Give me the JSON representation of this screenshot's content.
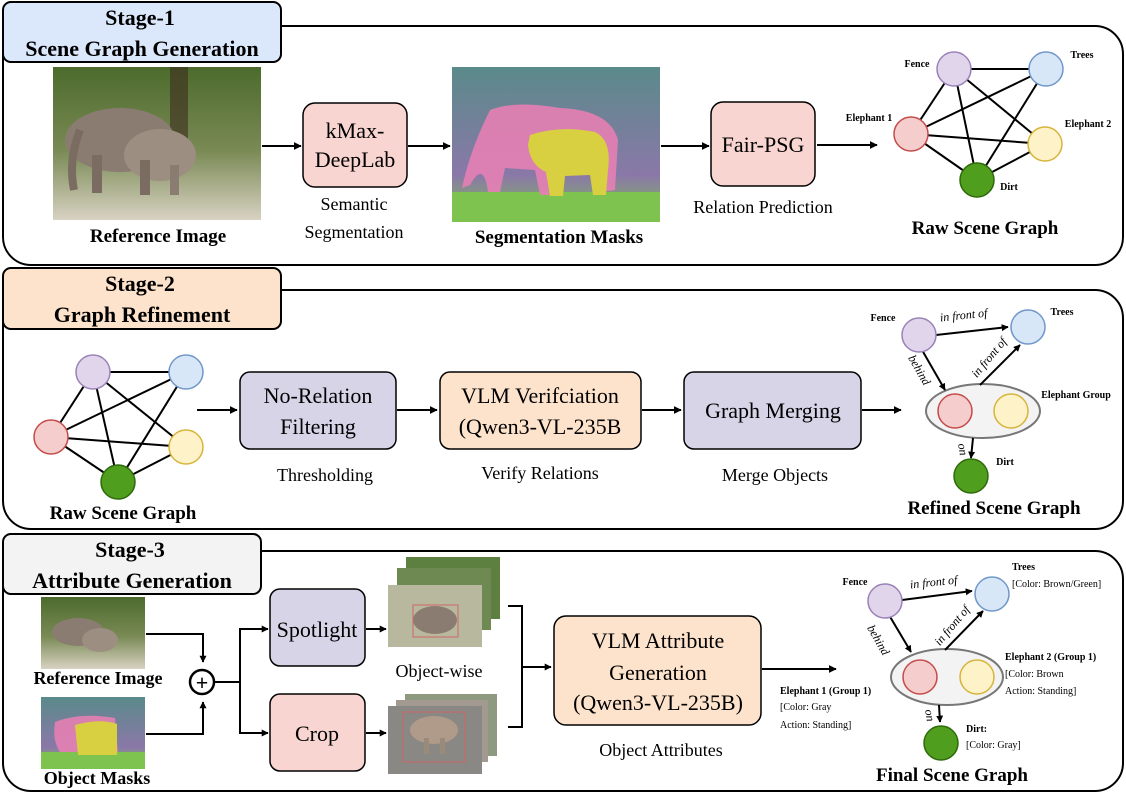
{
  "stages": [
    {
      "title_line1": "Stage-1",
      "title_line2": "Scene Graph Generation",
      "header_color": "#dbe8fb",
      "reference_image_label": "Reference Image",
      "model1_line1": "kMax-",
      "model1_line2": "DeepLab",
      "model1_caption_line1": "Semantic",
      "model1_caption_line2": "Segmentation",
      "segmentation_label": "Segmentation Masks",
      "model2": "Fair-PSG",
      "model2_caption": "Relation Prediction",
      "graph_label": "Raw Scene Graph",
      "nodes": {
        "fence": "Fence",
        "trees": "Trees",
        "elephant1": "Elephant 1",
        "elephant2": "Elephant 2",
        "dirt": "Dirt"
      }
    },
    {
      "title_line1": "Stage-2",
      "title_line2": "Graph Refinement",
      "header_color": "#fde3cc",
      "input_graph_label": "Raw Scene Graph",
      "box1_line1": "No-Relation",
      "box1_line2": "Filtering",
      "box1_caption": "Thresholding",
      "box2_line1": "VLM Verifciation",
      "box2_line2": "(Qwen3-VL-235B",
      "box2_caption": "Verify Relations",
      "box3": "Graph Merging",
      "box3_caption": "Merge Objects",
      "graph_label": "Refined Scene Graph",
      "nodes": {
        "fence": "Fence",
        "trees": "Trees",
        "group": "Elephant Group",
        "dirt": "Dirt"
      },
      "edges": {
        "fence_trees": "in front of",
        "fence_group": "behind",
        "group_trees": "in front of",
        "group_dirt": "on"
      }
    },
    {
      "title_line1": "Stage-3",
      "title_line2": "Attribute Generation",
      "header_color": "#f3f3f3",
      "reference_image_label": "Reference Image",
      "object_masks_label": "Object Masks",
      "combine_symbol": "+",
      "spotlight": "Spotlight",
      "crop": "Crop",
      "objectwise_label": "Object-wise",
      "vlm_line1": "VLM Attribute",
      "vlm_line2": "Generation",
      "vlm_line3": "(Qwen3-VL-235B)",
      "vlm_caption": "Object Attributes",
      "graph_label": "Final Scene Graph",
      "nodes": {
        "fence": "Fence",
        "trees_name": "Trees",
        "trees_attr": "[Color: Brown/Green]",
        "e1_name": "Elephant 1 (Group 1)",
        "e1_attr1": "[Color: Gray",
        "e1_attr2": "Action: Standing]",
        "e2_name": "Elephant 2 (Group 1)",
        "e2_attr1": "[Color: Brown",
        "e2_attr2": "Action: Standing]",
        "dirt_name": "Dirt:",
        "dirt_attr": "[Color: Gray]"
      },
      "edges": {
        "fence_trees": "in front of",
        "fence_group": "behind",
        "group_trees": "in front of",
        "group_dirt": "on"
      }
    }
  ],
  "colors": {
    "model_pink": "#f8d5d0",
    "process_lavender": "#d8d4e8",
    "vlm_peach": "#fde3cc",
    "node_purple": "#e1d5ec",
    "node_blue": "#d8e7f8",
    "node_red": "#f5cdcd",
    "node_yellow": "#fdf2c8",
    "node_green": "#4f9e1d"
  }
}
